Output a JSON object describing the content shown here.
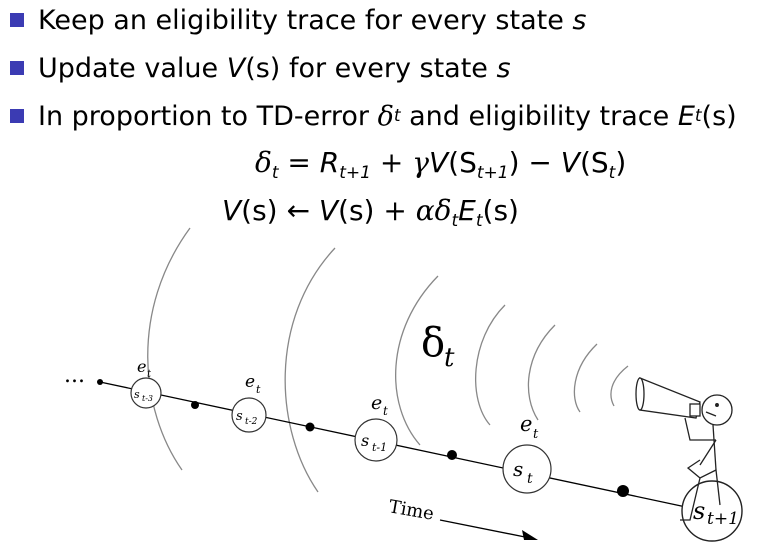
{
  "colors": {
    "bullet": "#3b3bb3",
    "text": "#000000"
  },
  "bullets": [
    {
      "text_pre": "Keep an eligibility trace for every state ",
      "text_var": "s",
      "text_post": ""
    },
    {
      "text_pre": "Update value ",
      "text_var": "V",
      "text_mid": "(s)",
      "text_post": " for every state ",
      "text_var2": "s"
    },
    {
      "text_pre": "In proportion to TD-error ",
      "delta": "δ",
      "delta_sub": "t",
      "text_mid": " and eligibility trace ",
      "E": "E",
      "E_sub": "t",
      "E_arg": "(s)"
    }
  ],
  "equations": {
    "td_error": {
      "lhs": "δ",
      "lhs_sub": "t",
      "eq": " = ",
      "R": "R",
      "R_sub": "t+1",
      "plus_gamma": " + γ",
      "V1": "V",
      "S1": "(S",
      "S1_sub": "t+1",
      "S1_close": ")",
      "minus": " − ",
      "V2": "V",
      "S2": "(S",
      "S2_sub": "t",
      "S2_close": ")"
    },
    "update": {
      "V": "V",
      "arg": "(s)",
      "arrow": " ← ",
      "V2": "V",
      "arg2": "(s)",
      "plus_alpha": " + αδ",
      "delta_sub": "t",
      "E": "E",
      "E_sub": "t",
      "E_arg": "(s)"
    }
  },
  "figure": {
    "ellipsis": "...",
    "delta_label": "δ",
    "delta_label_sub": "t",
    "trace_label": "e",
    "trace_label_sub": "t",
    "states": [
      {
        "name": "s",
        "sub": "t-3"
      },
      {
        "name": "s",
        "sub": "t-2"
      },
      {
        "name": "s",
        "sub": "t-1"
      },
      {
        "name": "s",
        "sub": "t"
      },
      {
        "name": "s",
        "sub": "t+1"
      }
    ],
    "time_label": "Time"
  }
}
